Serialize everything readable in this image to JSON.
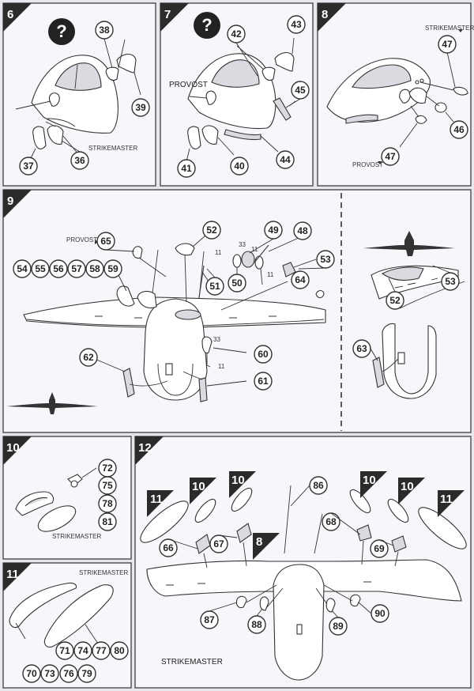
{
  "steps": {
    "s6": {
      "num": "6",
      "label": "STRIKEMASTER",
      "parts": [
        "38",
        "39",
        "36",
        "37"
      ]
    },
    "s7": {
      "num": "7",
      "label": "PROVOST",
      "parts": [
        "42",
        "43",
        "45",
        "44",
        "40",
        "41"
      ]
    },
    "s8": {
      "num": "8",
      "label_top": "STRIKEMASTER",
      "label_bottom": "PROVOST",
      "parts": [
        "47",
        "46",
        "47"
      ]
    },
    "s9": {
      "num": "9",
      "label": "PROVOST",
      "parts_row": [
        "54",
        "55",
        "56",
        "57",
        "58",
        "59"
      ],
      "parts": [
        "65",
        "52",
        "49",
        "48",
        "53",
        "51",
        "50",
        "64",
        "62",
        "60",
        "61"
      ],
      "size_a": "33",
      "size_b": "11",
      "size_c": "11",
      "size_d": "11",
      "size_e": "33",
      "size_f": "11",
      "side_parts": [
        "53",
        "52",
        "63"
      ]
    },
    "s10": {
      "num": "10",
      "label": "STRIKEMASTER",
      "parts": [
        "72",
        "75",
        "78",
        "81"
      ]
    },
    "s11": {
      "num": "11",
      "label": "STRIKEMASTER",
      "parts_row1": [
        "71",
        "74",
        "77",
        "80"
      ],
      "parts_row2": [
        "70",
        "73",
        "76",
        "79"
      ]
    },
    "s12": {
      "num": "12",
      "label": "STRIKEMASTER",
      "subrefs": [
        "11",
        "10",
        "10",
        "10",
        "10",
        "11",
        "8"
      ],
      "parts": [
        "86",
        "68",
        "66",
        "67",
        "69",
        "87",
        "88",
        "89",
        "90"
      ]
    }
  },
  "icons": [
    "question-icon",
    "question-icon"
  ],
  "colors": {
    "step_badge": "#2b2b2b",
    "paper": "#f6f7fa",
    "ink": "#333333"
  }
}
